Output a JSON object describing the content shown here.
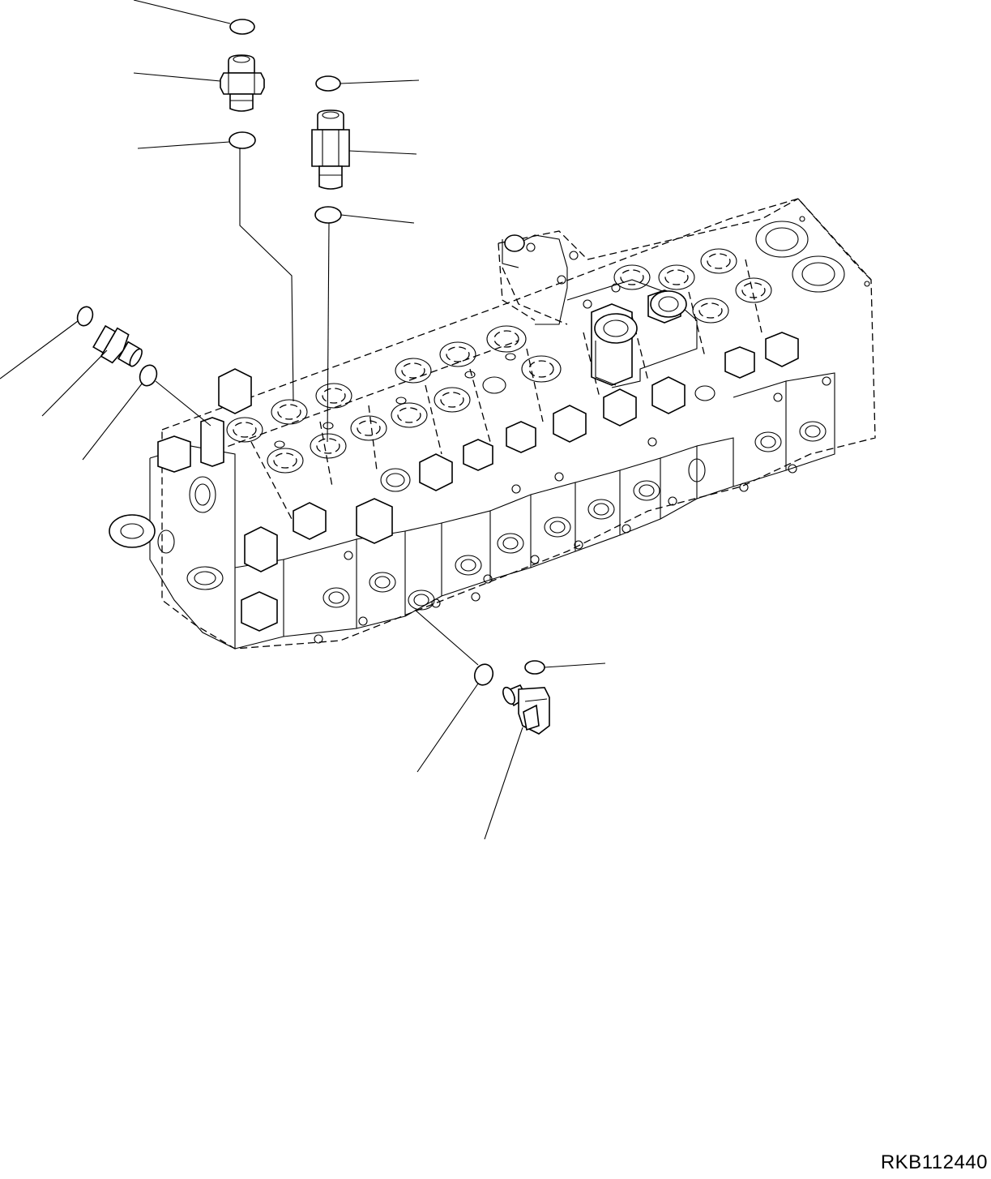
{
  "drawing": {
    "id": "RKB112440",
    "background": "#ffffff",
    "line_color": "#000000"
  },
  "parts": [
    {
      "name": "o-ring",
      "group": "top-left"
    },
    {
      "name": "straight-fitting",
      "group": "top-left"
    },
    {
      "name": "o-ring",
      "group": "top-left"
    },
    {
      "name": "o-ring",
      "group": "top-center"
    },
    {
      "name": "check-valve-cartridge",
      "group": "top-center"
    },
    {
      "name": "o-ring",
      "group": "top-center"
    },
    {
      "name": "o-ring",
      "group": "left"
    },
    {
      "name": "grease-fitting",
      "group": "left"
    },
    {
      "name": "o-ring",
      "group": "left"
    },
    {
      "name": "main-control-valve-body",
      "group": "center"
    },
    {
      "name": "o-ring",
      "group": "bottom"
    },
    {
      "name": "o-ring",
      "group": "bottom"
    },
    {
      "name": "elbow-fitting",
      "group": "bottom"
    }
  ]
}
